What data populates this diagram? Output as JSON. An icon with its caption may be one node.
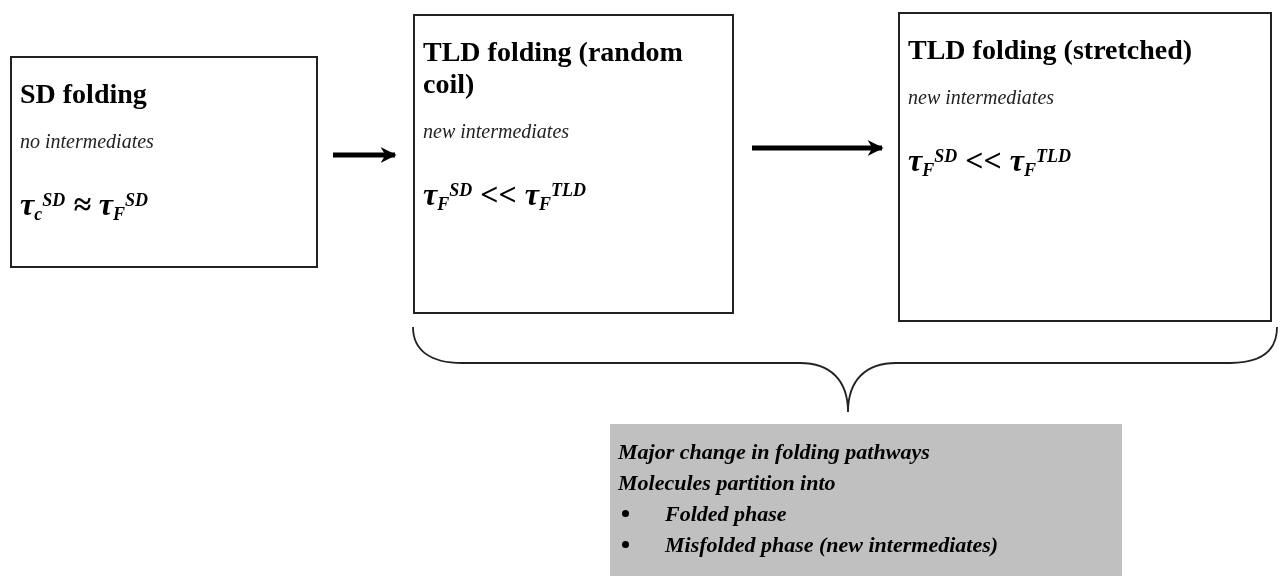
{
  "diagram": {
    "nodes": [
      {
        "text": [
          "SD folding",
          "no intermediates",
          "τ$_{c}$$^{SD}$ ≈ τ$_{F}$$^{SD}$"
        ]
      },
      {
        "text": [
          "TLD folding (random coil)",
          "new intermediates",
          "τ$_{F}$$^{SD}$ << τ$_{F}$$^{TLD}$"
        ]
      },
      {
        "text": [
          "TLD folding (stretched)",
          "new intermediates",
          "τ$_{F}$$^{SD}$ << τ$_{F}$$^{TLD}$"
        ]
      },
      {
        "text": [
          "Major change in folding pathways",
          "Molecules partition into",
          "Folded phase",
          "Misfolded phase (new intermediates)"
        ]
      }
    ],
    "edges": [
      {
        "from": 0,
        "to": 1,
        "arrow": "to"
      },
      {
        "from": 1,
        "to": 2,
        "arrow": "to"
      }
    ]
  }
}
